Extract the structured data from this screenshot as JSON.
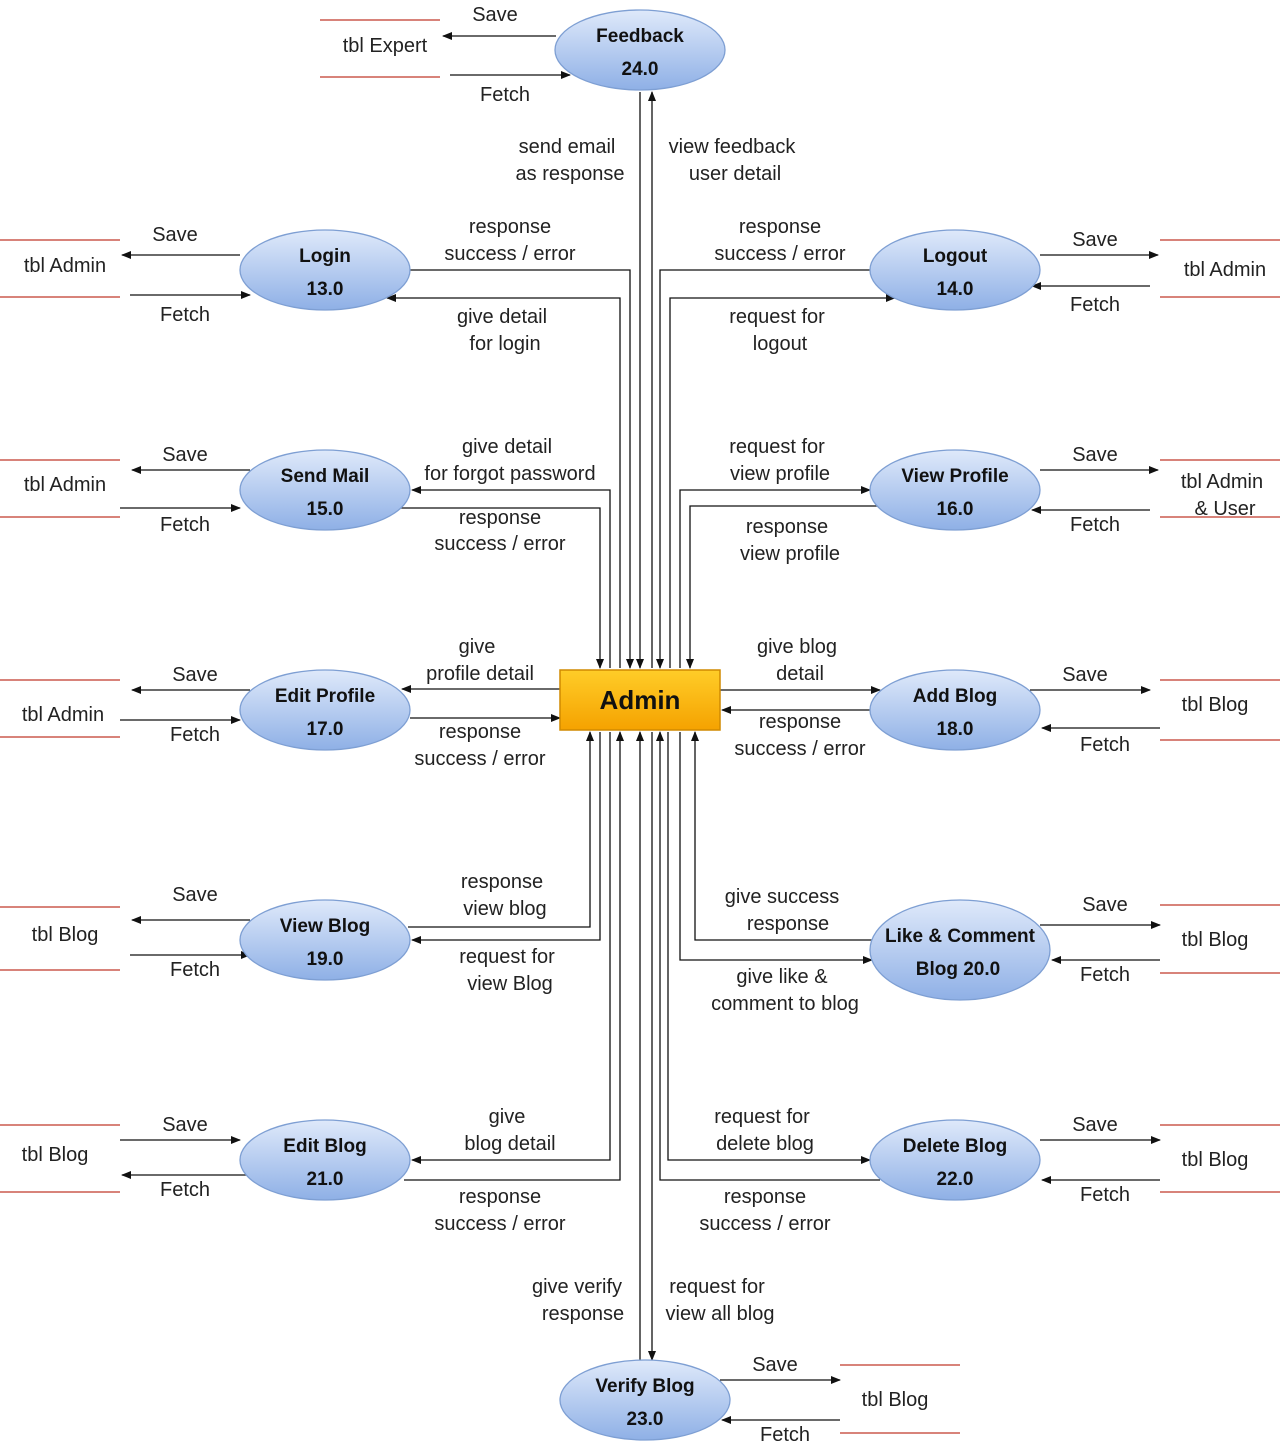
{
  "admin": {
    "label": "Admin"
  },
  "processes": {
    "feedback": {
      "name": "Feedback",
      "number": "24.0"
    },
    "login": {
      "name": "Login",
      "number": "13.0"
    },
    "logout": {
      "name": "Logout",
      "number": "14.0"
    },
    "send_mail": {
      "name": "Send Mail",
      "number": "15.0"
    },
    "view_profile": {
      "name": "View Profile",
      "number": "16.0"
    },
    "edit_profile": {
      "name": "Edit Profile",
      "number": "17.0"
    },
    "add_blog": {
      "name": "Add Blog",
      "number": "18.0"
    },
    "view_blog": {
      "name": "View Blog",
      "number": "19.0"
    },
    "like_comment": {
      "name": "Like & Comment",
      "number": "Blog 20.0"
    },
    "edit_blog": {
      "name": "Edit Blog",
      "number": "21.0"
    },
    "delete_blog": {
      "name": "Delete Blog",
      "number": "22.0"
    },
    "verify_blog": {
      "name": "Verify Blog",
      "number": "23.0"
    }
  },
  "stores": {
    "feedback": "tbl Expert",
    "login": "tbl Admin",
    "logout": "tbl Admin",
    "send_mail": "tbl Admin",
    "view_profile": [
      "tbl Admin",
      "& User"
    ],
    "edit_profile": "tbl Admin",
    "add_blog": "tbl Blog",
    "view_blog": "tbl Blog",
    "like_comment": "tbl Blog",
    "edit_blog": "tbl Blog",
    "delete_blog": "tbl Blog",
    "verify_blog": "tbl Blog"
  },
  "io": {
    "save": "Save",
    "fetch": "Fetch"
  },
  "flows": {
    "feedback_down": [
      "send email",
      "as response"
    ],
    "feedback_up": [
      "view feedback",
      "user detail"
    ],
    "login_resp": [
      "response",
      "success / error"
    ],
    "login_give": [
      "give detail",
      "for login"
    ],
    "logout_resp": [
      "response",
      "success / error"
    ],
    "logout_req": [
      "request for",
      "logout"
    ],
    "sendmail_give": [
      "give detail",
      "for forgot password"
    ],
    "sendmail_resp": [
      "response",
      "success / error"
    ],
    "viewprofile_req": [
      "request for",
      "view profile"
    ],
    "viewprofile_resp": [
      "response",
      "view profile"
    ],
    "editprofile_give": [
      "give",
      "profile detail"
    ],
    "editprofile_resp": [
      "response",
      "success / error"
    ],
    "addblog_give": [
      "give blog",
      "detail"
    ],
    "addblog_resp": [
      "response",
      "success / error"
    ],
    "viewblog_resp": [
      "response",
      "view blog"
    ],
    "viewblog_req": [
      "request for",
      "view Blog"
    ],
    "like_resp": [
      "give success",
      "response"
    ],
    "like_give": [
      "give like &",
      "comment to blog"
    ],
    "editblog_give": [
      "give",
      "blog detail"
    ],
    "editblog_resp": [
      "response",
      "success / error"
    ],
    "deleteblog_req": [
      "request for",
      "delete blog"
    ],
    "deleteblog_resp": [
      "response",
      "success / error"
    ],
    "verify_resp": [
      "give verify",
      "response"
    ],
    "verify_req": [
      "request for",
      "view all blog"
    ]
  }
}
